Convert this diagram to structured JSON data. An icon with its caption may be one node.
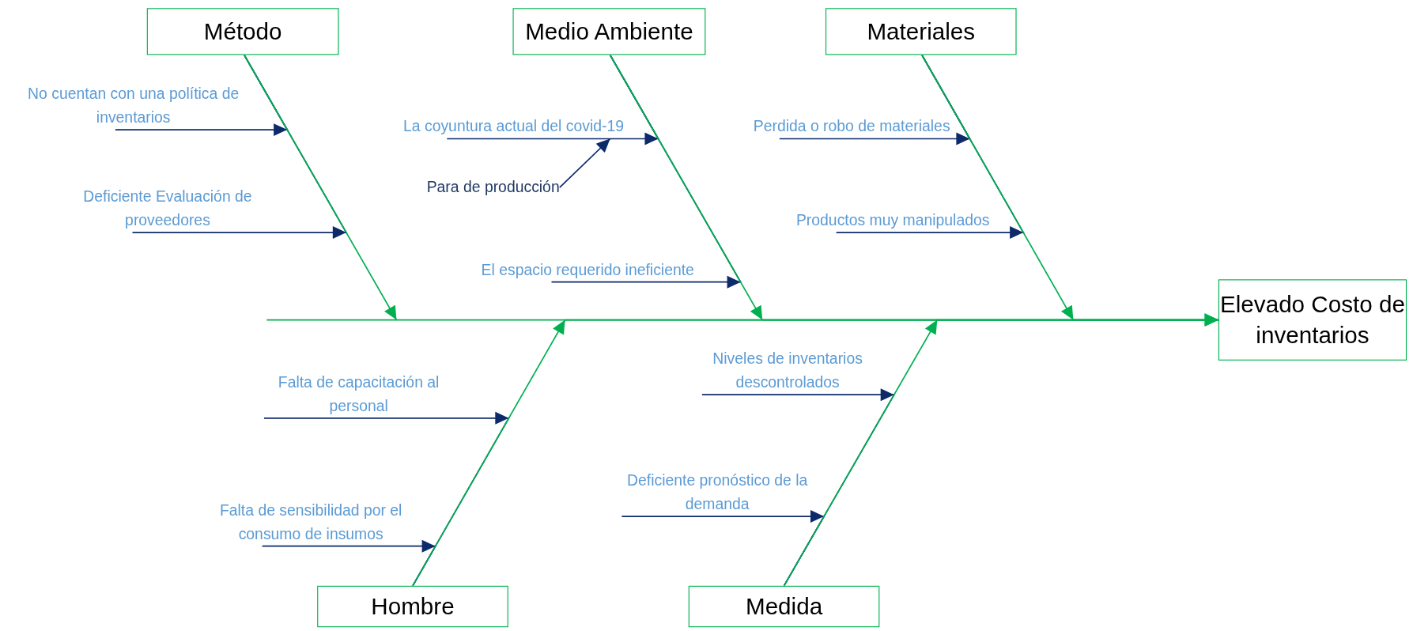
{
  "diagram": {
    "nodes": [
      {
        "text": [
          "Método"
        ]
      },
      {
        "text": [
          "Medio Ambiente"
        ]
      },
      {
        "text": [
          "Materiales"
        ]
      },
      {
        "text": [
          "No cuentan con una política de inventarios"
        ]
      },
      {
        "text": [
          "La coyuntura actual del covid-19"
        ]
      },
      {
        "text": [
          "Perdida o robo de materiales"
        ]
      },
      {
        "text": [
          "Para de producción"
        ]
      },
      {
        "text": [
          "Deficiente Evaluación de proveedores"
        ]
      },
      {
        "text": [
          "Productos muy manipulados"
        ]
      },
      {
        "text": [
          "El espacio requerido ineficiente"
        ]
      },
      {
        "text": [
          "Elevado Costo de inventarios"
        ]
      },
      {
        "text": [
          "Falta de capacitación al personal"
        ]
      },
      {
        "text": [
          "Niveles de inventarios descontrolados"
        ]
      },
      {
        "text": [
          "Deficiente pronóstico de la demanda"
        ]
      },
      {
        "text": [
          "Falta de sensibilidad por el consumo de insumos"
        ]
      },
      {
        "text": [
          "Hombre"
        ]
      },
      {
        "text": [
          "Medida"
        ]
      }
    ],
    "edges": [
      {
        "from": 3,
        "to": 0,
        "arrow": "to"
      },
      {
        "from": 7,
        "to": 0,
        "arrow": "to"
      },
      {
        "from": 4,
        "to": 1,
        "arrow": "to"
      },
      {
        "from": 6,
        "to": 4,
        "arrow": "to"
      },
      {
        "from": 9,
        "to": 1,
        "arrow": "to"
      },
      {
        "from": 5,
        "to": 2,
        "arrow": "to"
      },
      {
        "from": 8,
        "to": 2,
        "arrow": "to"
      },
      {
        "from": 11,
        "to": 15,
        "arrow": "to"
      },
      {
        "from": 14,
        "to": 15,
        "arrow": "to"
      },
      {
        "from": 12,
        "to": 16,
        "arrow": "to"
      },
      {
        "from": 13,
        "to": 16,
        "arrow": "to"
      },
      {
        "from": 0,
        "to": 10,
        "arrow": "to",
        "color": "#00b050"
      },
      {
        "from": 1,
        "to": 10,
        "arrow": "to",
        "color": "#00b050"
      },
      {
        "from": 2,
        "to": 10,
        "arrow": "to",
        "color": "#00b050"
      },
      {
        "from": 15,
        "to": 10,
        "arrow": "to",
        "color": "#00b050"
      },
      {
        "from": 16,
        "to": 10,
        "arrow": "to",
        "color": "#00b050"
      }
    ]
  }
}
